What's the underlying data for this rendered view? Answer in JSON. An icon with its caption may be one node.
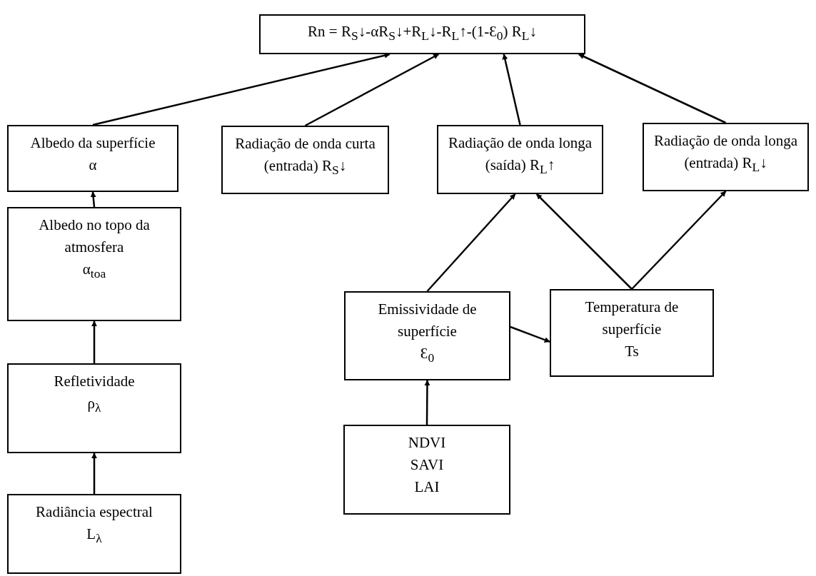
{
  "diagram": {
    "nodes": [
      {
        "text": [
          "Rn = R$_{S}$↓-αR$_{S}$↓+R$_{L}$↓-R$_{L}$↑-(1-Ɛ$_{0}$) R$_{L}$↓"
        ]
      },
      {
        "text": [
          "Albedo da superfície",
          "α"
        ]
      },
      {
        "text": [
          "Radiação de onda curta (entrada) R$_{S}$↓"
        ]
      },
      {
        "text": [
          "Radiação de onda longa (saída) R$_{L}$↑"
        ]
      },
      {
        "text": [
          "Radiação de onda longa (entrada) R$_{L}$↓"
        ]
      },
      {
        "text": [
          "Albedo no topo da atmosfera",
          "α$_{toa}$"
        ]
      },
      {
        "text": [
          "Refletividade",
          "ρ$_{λ}$"
        ]
      },
      {
        "text": [
          "Emissividade de superfície",
          "Ɛ$_{0}$"
        ]
      },
      {
        "text": [
          "Temperatura de superfície",
          "Ts"
        ]
      },
      {
        "text": [
          "NDVI",
          "SAVI",
          "LAI"
        ]
      },
      {
        "text": [
          "Radiância espectral",
          "L$_{λ}$"
        ]
      }
    ],
    "edges": [
      {
        "from": 1,
        "to": 0,
        "arrow": "to"
      },
      {
        "from": 2,
        "to": 0,
        "arrow": "to"
      },
      {
        "from": 3,
        "to": 0,
        "arrow": "to"
      },
      {
        "from": 4,
        "to": 0,
        "arrow": "to"
      },
      {
        "from": 5,
        "to": 1,
        "arrow": "to"
      },
      {
        "from": 6,
        "to": 5,
        "arrow": "to"
      },
      {
        "from": 10,
        "to": 6,
        "arrow": "to"
      },
      {
        "from": 7,
        "to": 3,
        "arrow": "to"
      },
      {
        "from": 8,
        "to": 3,
        "arrow": "to"
      },
      {
        "from": 8,
        "to": 4,
        "arrow": "to"
      },
      {
        "from": 7,
        "to": 8,
        "arrow": "to"
      },
      {
        "from": 9,
        "to": 7,
        "arrow": "to"
      }
    ]
  }
}
